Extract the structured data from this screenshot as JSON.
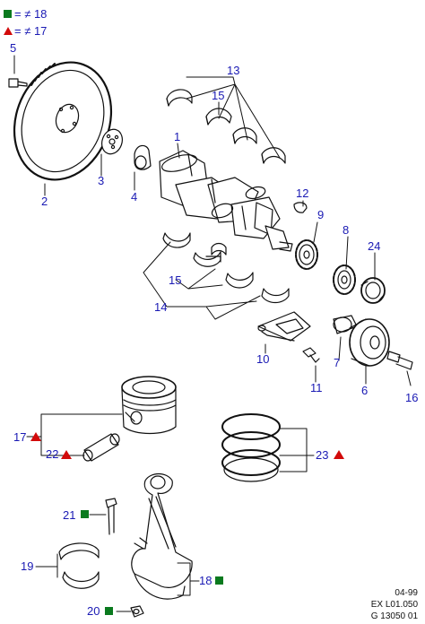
{
  "legend": [
    {
      "symbol": "green-square",
      "text": "= ≠ 18"
    },
    {
      "symbol": "red-triangle",
      "text": "= ≠ 17"
    }
  ],
  "callouts": {
    "c1": "1",
    "c2": "2",
    "c3": "3",
    "c4": "4",
    "c5": "5",
    "c6": "6",
    "c7": "7",
    "c8": "8",
    "c9": "9",
    "c10": "10",
    "c11": "11",
    "c12": "12",
    "c13": "13",
    "c14": "14",
    "c15a": "15",
    "c15b": "15",
    "c16": "16",
    "c17": "17",
    "c18": "18",
    "c19": "19",
    "c20": "20",
    "c21": "21",
    "c22": "22",
    "c23": "23",
    "c24": "24"
  },
  "footer": {
    "line1": "04-99",
    "line2": "EX L01.050",
    "line3": "G 13050 01"
  },
  "colors": {
    "label": "#1a1ab4",
    "green_marker": "#0a7a1e",
    "red_marker": "#d20a0a",
    "line": "#111111"
  }
}
